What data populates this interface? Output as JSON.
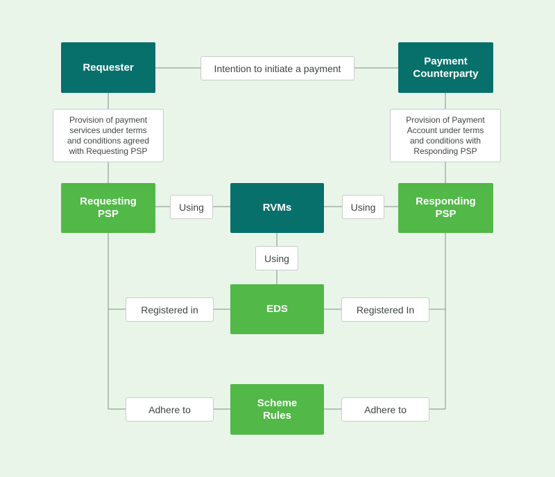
{
  "colors": {
    "background": "#eaf5ea",
    "dark_node": "#08706b",
    "green_node": "#52b848",
    "connector": "#7f8c86"
  },
  "nodes": {
    "requester": "Requester",
    "payment_counterparty": "Payment\nCounterparty",
    "requesting_psp": "Requesting\nPSP",
    "rvms": "RVMs",
    "responding_psp": "Responding\nPSP",
    "eds": "EDS",
    "scheme_rules": "Scheme\nRules"
  },
  "labels": {
    "intention": "Intention to initiate a payment",
    "provision_left": "Provision of payment\nservices under terms\nand conditions agreed\nwith Requesting PSP",
    "provision_right": "Provision of Payment\nAccount under terms\nand conditions with\nResponding PSP",
    "using_left": "Using",
    "using_right": "Using",
    "using_bottom": "Using",
    "registered_left": "Registered in",
    "registered_right": "Registered In",
    "adhere_left": "Adhere to",
    "adhere_right": "Adhere to"
  }
}
